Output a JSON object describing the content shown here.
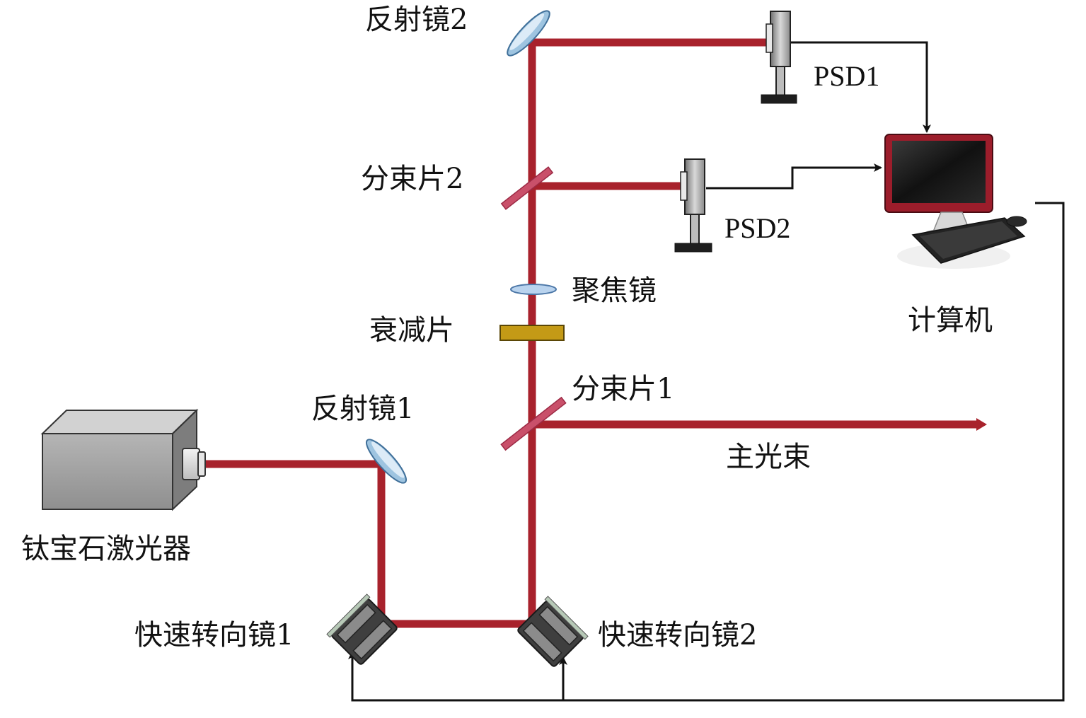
{
  "labels": {
    "laser": "钛宝石激光器",
    "mirror1": "反射镜1",
    "mirror2": "反射镜2",
    "splitter1": "分束片1",
    "splitter2": "分束片2",
    "attenuator": "衰减片",
    "focusing_lens": "聚焦镜",
    "main_beam": "主光束",
    "fsm1": "快速转向镜1",
    "fsm2": "快速转向镜2",
    "psd1": "PSD1",
    "psd2": "PSD2",
    "computer": "计算机"
  },
  "colors": {
    "beam": "#a8222c",
    "signal_line": "#111111",
    "splitter": "#c9506a",
    "mirror": "#9ec4e0",
    "lens": "#b9d3ee",
    "attenuator": "#c49a16",
    "laser_body": "#a6a6a6",
    "computer_frame": "#9c1d2b"
  },
  "icons": {
    "laser": "laser-box-icon",
    "mirror": "mirror-disc-icon",
    "splitter": "beam-splitter-icon",
    "lens": "lens-icon",
    "attenuator": "attenuator-plate-icon",
    "fsm": "fast-steering-mirror-icon",
    "psd": "position-sensitive-detector-icon",
    "computer": "computer-monitor-icon"
  }
}
